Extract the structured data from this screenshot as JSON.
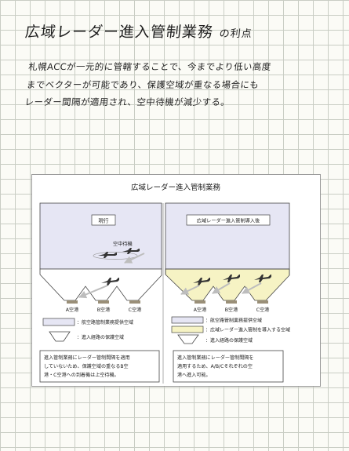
{
  "header": {
    "title": "広域レーダー進入管制業務",
    "subtitle": "の利点"
  },
  "note": {
    "lines": [
      "札幌ACCが一元的に管轄することで、今までより低い高度",
      "までベクターが可能であり、保護空域が重なる場合にも",
      "レーダー間隔が適用され、空中待機が減少する。"
    ]
  },
  "figure": {
    "title": "広域レーダー進入管制業務",
    "left_panel": {
      "label": "現行",
      "holding_label": "空中待機",
      "airports": [
        "A空港",
        "B空港",
        "C空港"
      ]
    },
    "right_panel": {
      "label": "広域レーダー進入管制導入後",
      "airports": [
        "A空港",
        "B空港",
        "C空港"
      ]
    },
    "legend_left": {
      "area": "：航空路管制業務提供空域",
      "route": "：進入経路の保護空域"
    },
    "legend_right": {
      "area": "：航空路管制業務提供空域",
      "radar": "：広域レーダー進入管制を導入する空域",
      "route": "：進入経路の保護空域"
    },
    "caption_left": [
      "進入管制業務にレーダー管制間隔を適用",
      "していないため、保護空域の重なるB空",
      "港・C空港への到着機は上空待機。"
    ],
    "caption_right": [
      "進入管制業務にレーダー管制間隔を",
      "適用するため、A/B/Cそれぞれの空",
      "港へ進入可能。"
    ],
    "colors": {
      "upper_area": "#e6e6f4",
      "radar_area": "#f6f3c4",
      "funnel_fill": "#ffffff",
      "ground": "#9a8f78"
    }
  }
}
